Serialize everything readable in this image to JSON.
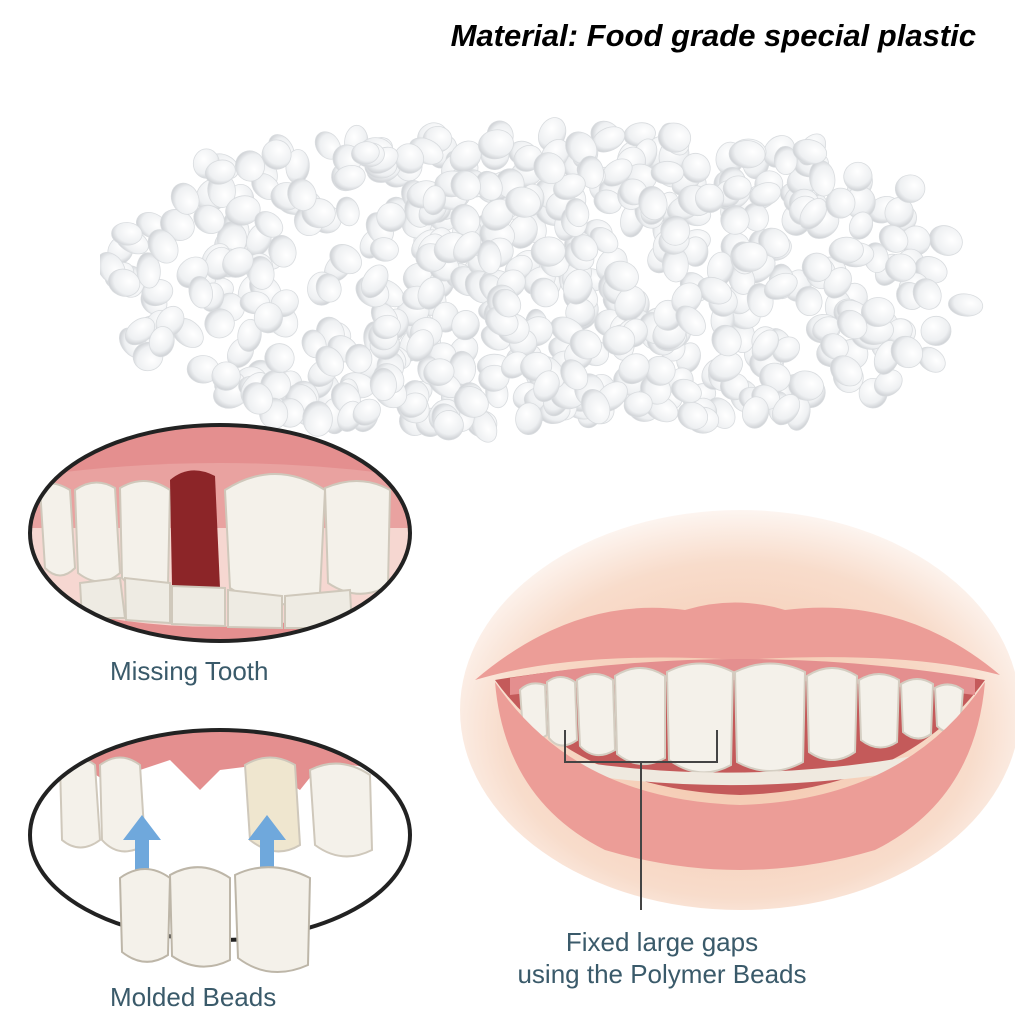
{
  "headline": "Material: Food grade special plastic",
  "captions": {
    "missing": "Missing Tooth",
    "molded": "Molded Beads",
    "fixed_line1": "Fixed large gaps",
    "fixed_line2": "using the Polymer Beads"
  },
  "colors": {
    "gum": "#e48f8f",
    "lip": "#ec9d97",
    "gap": "#8c2528",
    "tooth": "#f4f1ea",
    "arrow": "#6fa8dc",
    "caption": "#3a5a6a"
  }
}
